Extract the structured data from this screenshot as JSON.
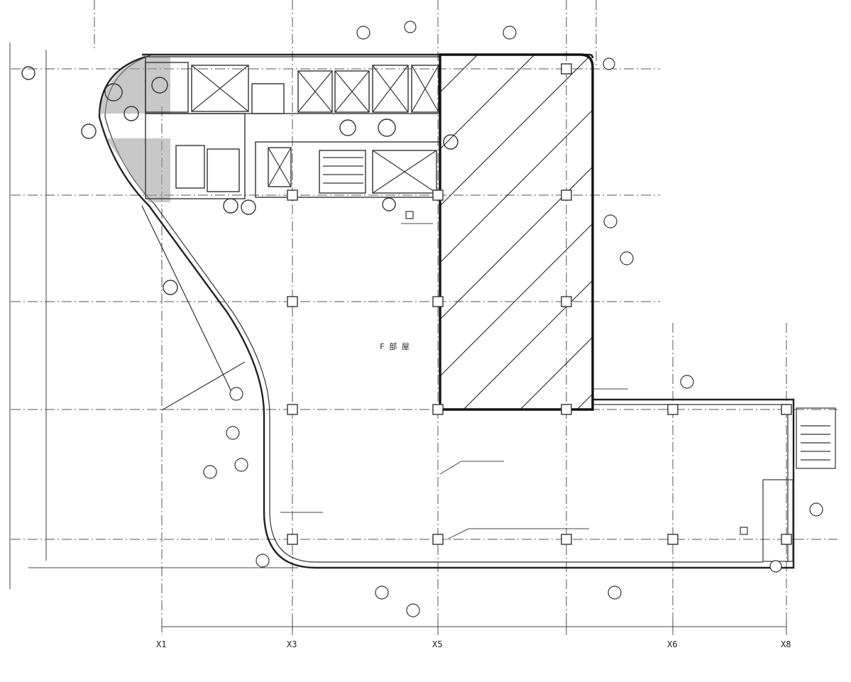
{
  "drawing": {
    "grid_labels_x": [
      "X1",
      "X3",
      "X5",
      "X6",
      "X8"
    ]
  },
  "annotations": {
    "center_label": "F 部 屋"
  }
}
